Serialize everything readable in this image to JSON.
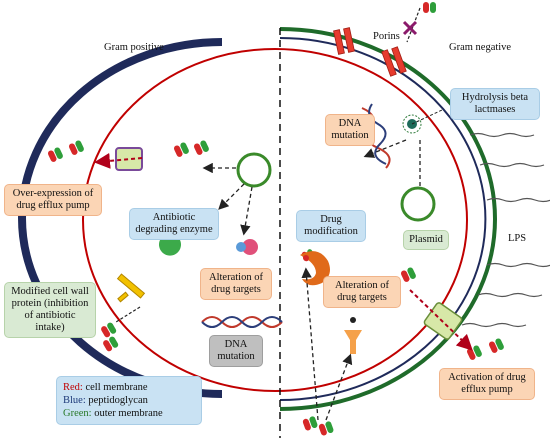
{
  "headings": {
    "gram_positive": "Gram positive",
    "gram_negative": "Gram negative",
    "porins": "Porins",
    "lps": "LPS"
  },
  "boxes": {
    "over_expression": "Over-expression of drug efflux pump",
    "antibiotic_enzyme": "Antibiotic degrading enzyme",
    "alteration_left": "Alteration of drug targets",
    "modified_wall": "Modified cell wall protein (inhibition of antibiotic intake)",
    "dna_mutation_left": "DNA mutation",
    "dna_mutation_right": "DNA mutation",
    "hydrolysis": "Hydrolysis beta lactmases",
    "plasmid": "Plasmid",
    "drug_modification": "Drug modification",
    "alteration_right": "Alteration of drug targets",
    "activation": "Activation of drug efflux pump"
  },
  "legend": {
    "red_key": "Red:",
    "red_text": "cell membrane",
    "blue_key": "Blue:",
    "blue_text": "peptidoglycan",
    "green_key": "Green:",
    "green_text": "outer membrane"
  },
  "colors": {
    "cell_membrane": "#c00000",
    "peptidoglycan": "#1f2a5a",
    "outer_membrane": "#1f6b2a",
    "porin": "#e63b2e",
    "drug_red": "#d62828",
    "drug_green": "#2e9e3a",
    "efflux_pump": "#d7e8a8"
  }
}
